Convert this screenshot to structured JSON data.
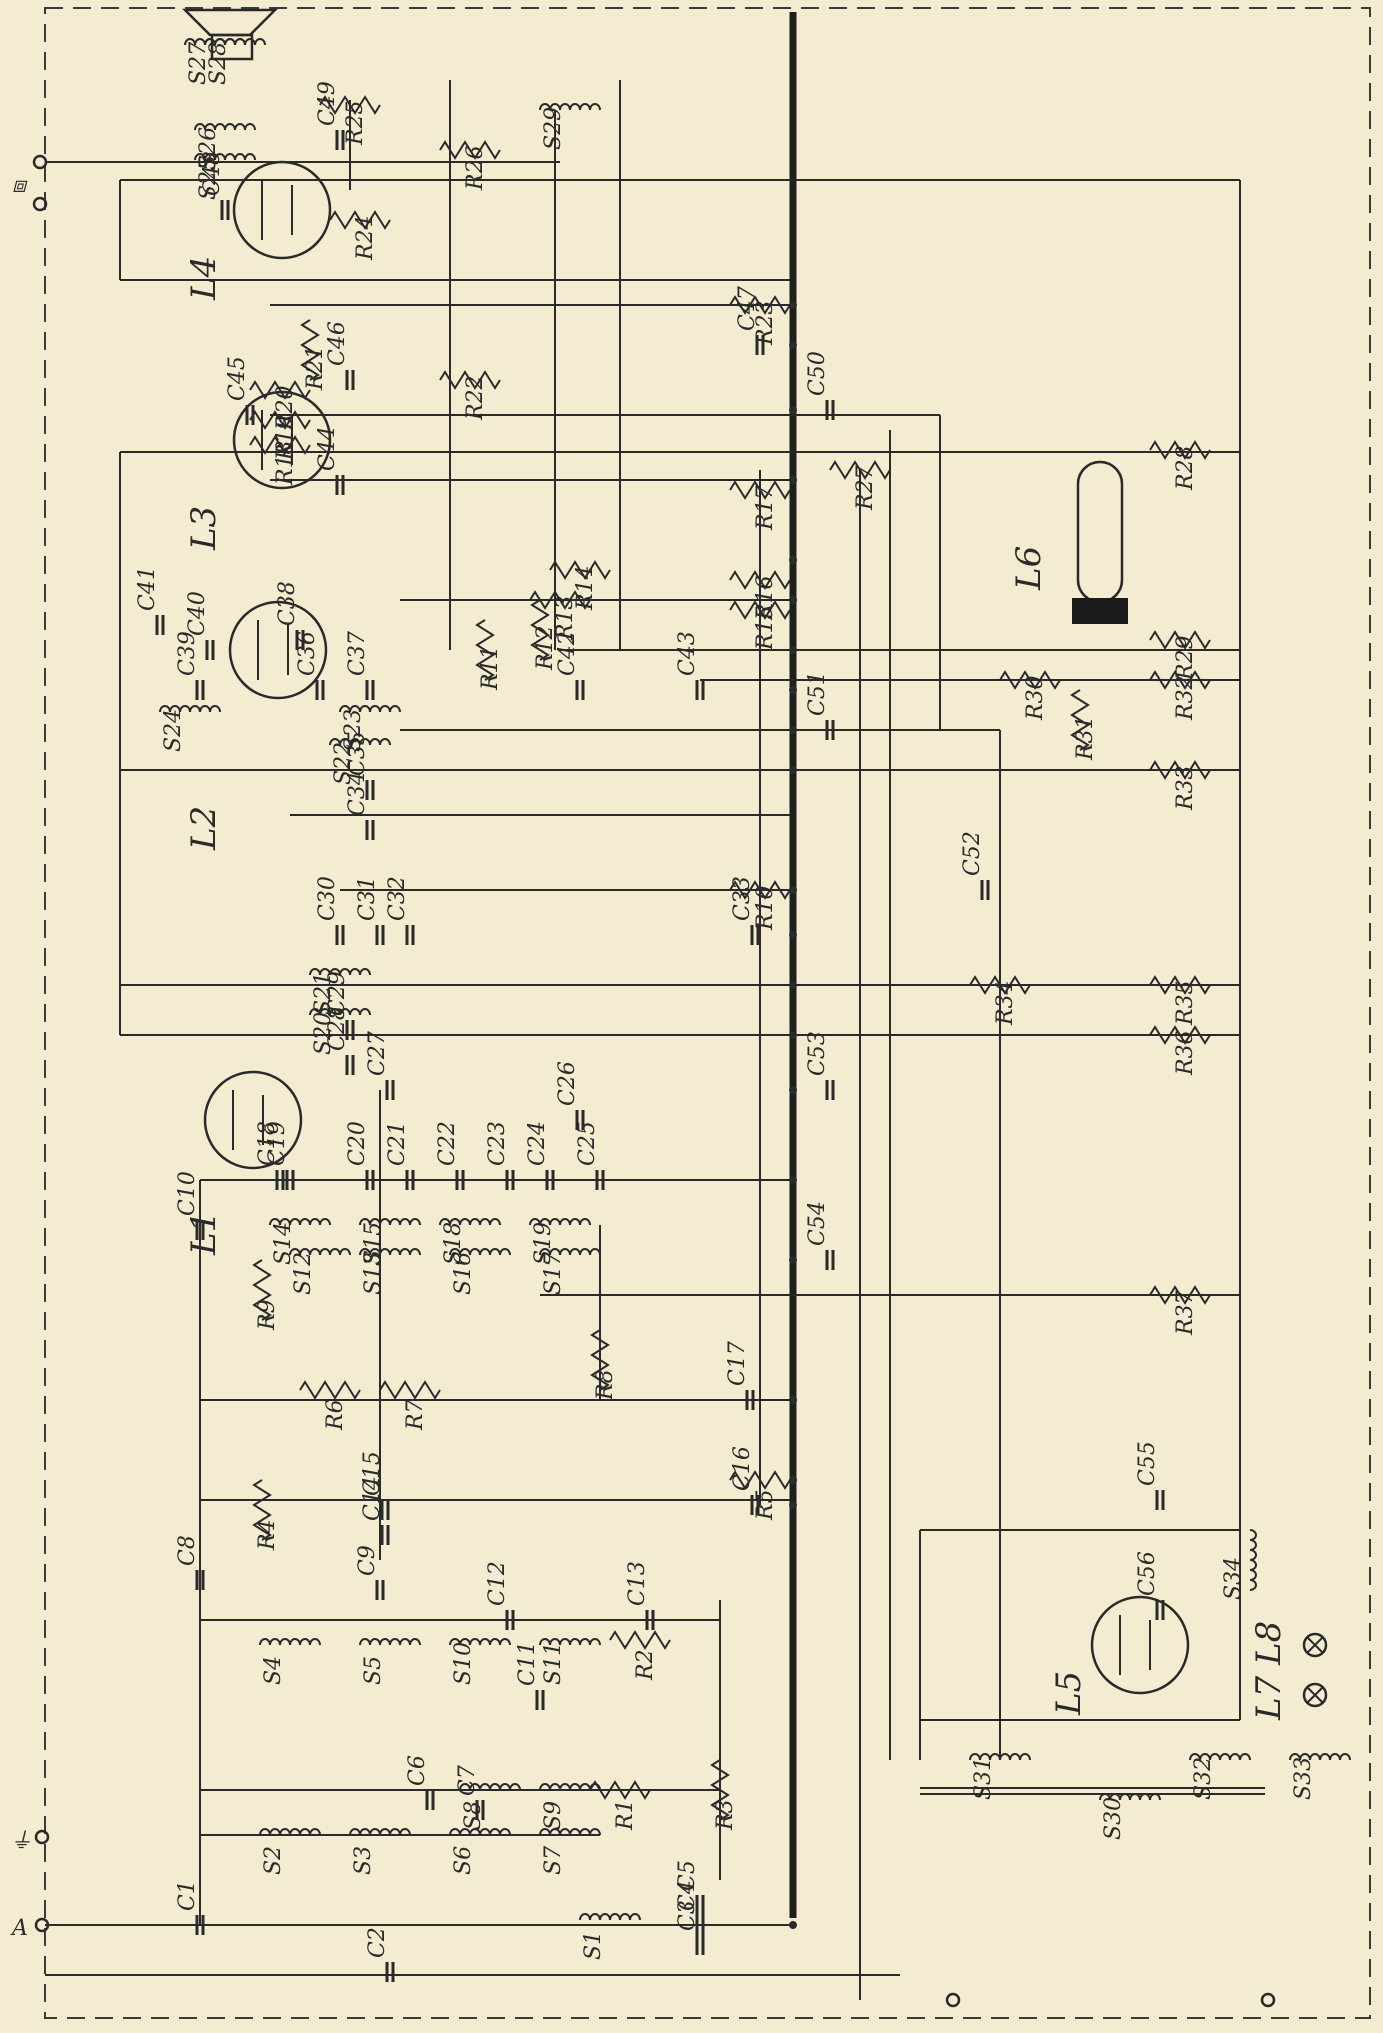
{
  "tubes": [
    "L1",
    "L2",
    "L3",
    "L4",
    "L5",
    "L6"
  ],
  "lamps": [
    "L7",
    "L8"
  ],
  "coils": [
    "S1",
    "S2",
    "S3",
    "S4",
    "S5",
    "S6",
    "S7",
    "S8",
    "S9",
    "S10",
    "S11",
    "S12",
    "S13",
    "S14",
    "S15",
    "S16",
    "S17",
    "S18",
    "S19",
    "S20",
    "S21",
    "S22",
    "S23",
    "S24",
    "S25",
    "S26",
    "S27",
    "S28",
    "S29",
    "S30",
    "S31",
    "S32",
    "S33",
    "S34"
  ],
  "resistors": [
    "R1",
    "R2",
    "R3",
    "R4",
    "R5",
    "R6",
    "R7",
    "R8",
    "R9",
    "R10",
    "R11",
    "R12",
    "R13",
    "R14",
    "R15",
    "R16",
    "R17",
    "R18",
    "R19",
    "R20",
    "R21",
    "R22",
    "R23",
    "R24",
    "R25",
    "R26",
    "R27",
    "R28",
    "R29",
    "R30",
    "R31",
    "R32",
    "R33",
    "R34",
    "R35",
    "R36",
    "R37"
  ],
  "capacitors": [
    "C1",
    "C2",
    "C3",
    "C4",
    "C5",
    "C6",
    "C7",
    "C8",
    "C9",
    "C10",
    "C11",
    "C12",
    "C13",
    "C14",
    "C15",
    "C16",
    "C17",
    "C18",
    "C19",
    "C20",
    "C21",
    "C22",
    "C23",
    "C24",
    "C25",
    "C26",
    "C27",
    "C28",
    "C29",
    "C30",
    "C31",
    "C32",
    "C33",
    "C34",
    "C35",
    "C36",
    "C37",
    "C38",
    "C39",
    "C40",
    "C41",
    "C42",
    "C43",
    "C44",
    "C45",
    "C46",
    "C47",
    "C48",
    "C49",
    "C50",
    "C51",
    "C52",
    "C53",
    "C54",
    "C55",
    "C56"
  ],
  "terminals": {
    "antenna": "A",
    "ground": "⏚",
    "speaker": "⧈"
  },
  "colors": {
    "paper": "#f3ecd0",
    "ink": "#2a2a2a",
    "lamp_cathode": "#1a1a1a",
    "blue_marks": "#3a4fb8"
  }
}
